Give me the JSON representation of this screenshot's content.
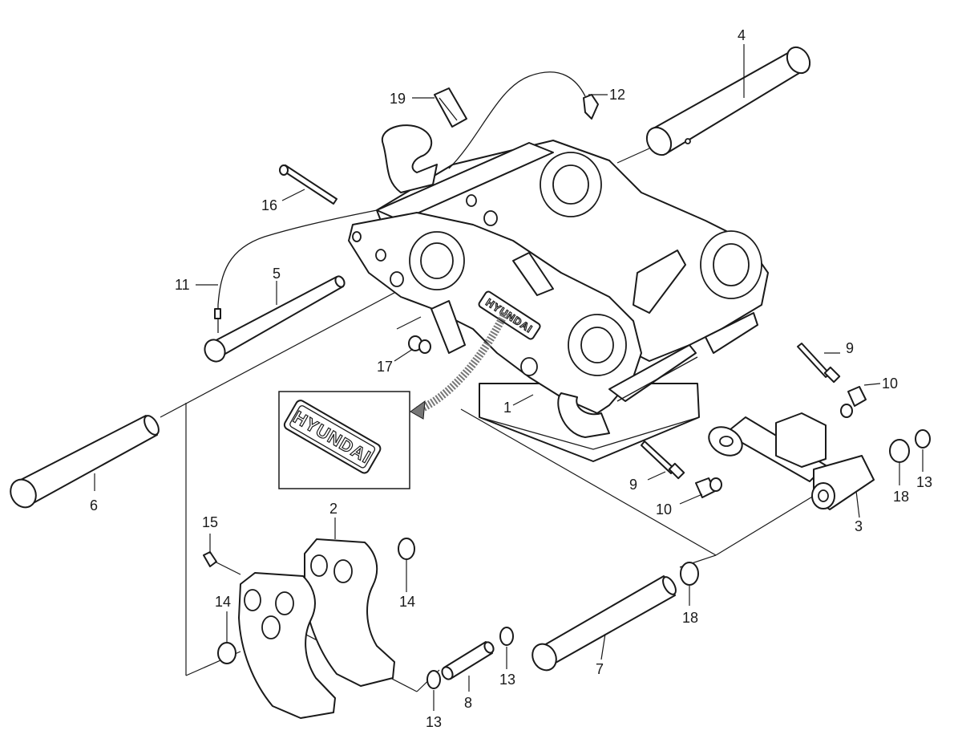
{
  "diagram": {
    "logo_text": "HYUNDAI",
    "inset_logo_text": "HYUNDAI",
    "callouts": {
      "c1": "1",
      "c2": "2",
      "c3": "3",
      "c4": "4",
      "c5": "5",
      "c6": "6",
      "c7": "7",
      "c8": "8",
      "c9a": "9",
      "c9b": "9",
      "c10a": "10",
      "c10b": "10",
      "c11": "11",
      "c12": "12",
      "c13a": "13",
      "c13b": "13",
      "c13c": "13",
      "c14a": "14",
      "c14b": "14",
      "c15": "15",
      "c16": "16",
      "c17": "17",
      "c18a": "18",
      "c18b": "18",
      "c19": "19"
    }
  }
}
